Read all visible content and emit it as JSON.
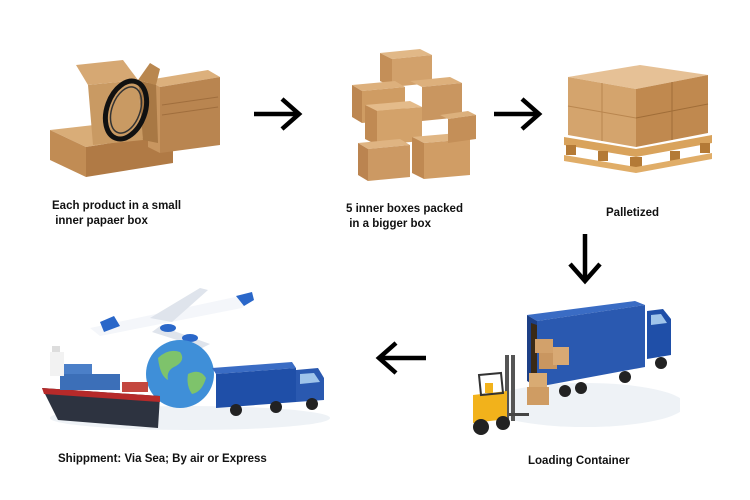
{
  "steps": [
    {
      "id": "small-box",
      "caption": "Each product in a small\n inner papaer box"
    },
    {
      "id": "inner-boxes",
      "caption": "5 inner boxes packed\n in a bigger box"
    },
    {
      "id": "palletized",
      "caption": "Palletized"
    },
    {
      "id": "loading",
      "caption": "Loading Container"
    },
    {
      "id": "shipment",
      "caption": "Shippment: Via Sea; By air or Express"
    }
  ],
  "arrows": [
    "arrow-right",
    "arrow-right",
    "arrow-down",
    "arrow-left"
  ],
  "colors": {
    "cardboard": "#c99a63",
    "cardboard_dark": "#a87844",
    "truck_blue": "#1f4fa8",
    "forklift_yellow": "#f2b21b",
    "arrow": "#000000"
  }
}
